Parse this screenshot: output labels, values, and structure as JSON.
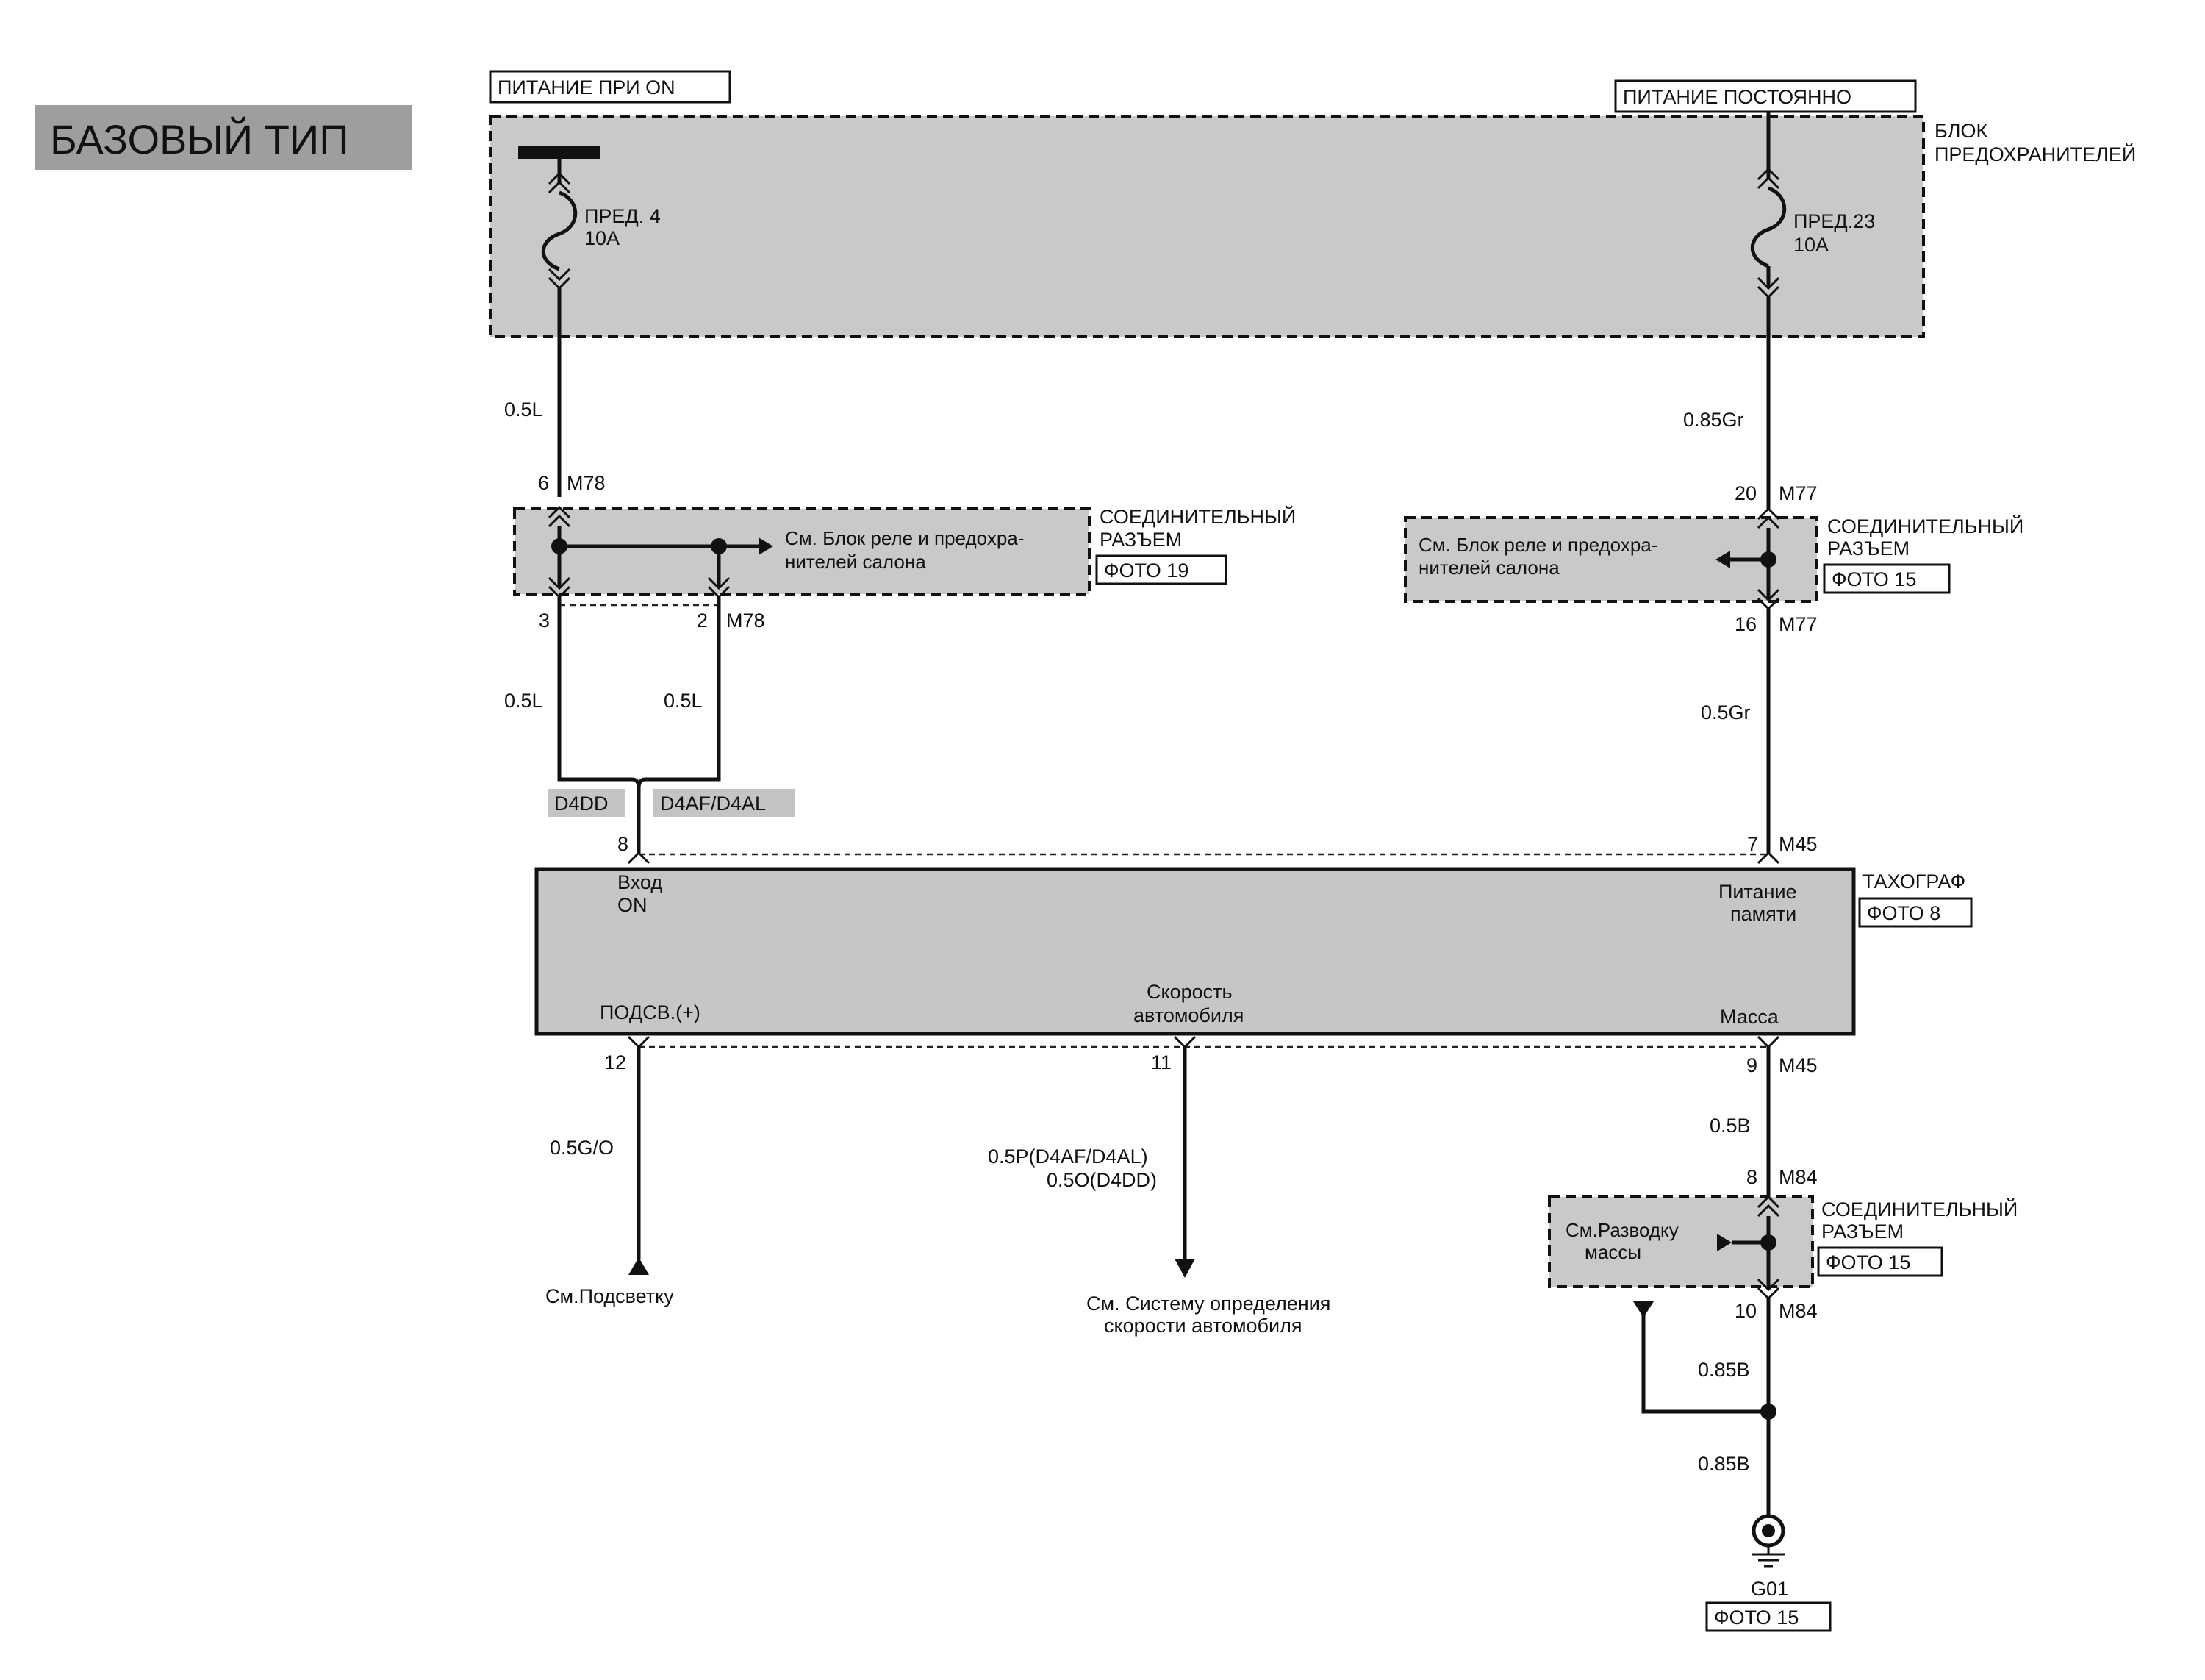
{
  "title": "БАЗОВЫЙ ТИП",
  "power_on": "ПИТАНИЕ ПРИ ON",
  "power_constant": "ПИТАНИЕ ПОСТОЯННО",
  "fuse_block": {
    "line1": "БЛОК",
    "line2": "ПРЕДОХРАНИТЕЛЕЙ"
  },
  "fuse4": {
    "name": "ПРЕД. 4",
    "rating": "10A"
  },
  "fuse23": {
    "name": "ПРЕД.23",
    "rating": "10A"
  },
  "wires": {
    "w_left_top": "0.5L",
    "w_right_top": "0.85Gr",
    "w_left_a": "0.5L",
    "w_left_b": "0.5L",
    "w_right_mid": "0.5Gr",
    "w_backlight": "0.5G/O",
    "w_speed_1": "0.5P(D4AF/D4AL)",
    "w_speed_2": "0.5O(D4DD)",
    "w_ground_1": "0.5B",
    "w_ground_2": "0.85B",
    "w_ground_3": "0.85B"
  },
  "connector_m78": {
    "pin_top": "6",
    "name_top": "M78",
    "pin_a": "3",
    "pin_b": "2",
    "name_b": "M78",
    "title1": "СОЕДИНИТЕЛЬНЫЙ",
    "title2": "РАЗЪЕМ",
    "photo": "ФОТО 19",
    "ref1": "См. Блок реле и предохра-",
    "ref2": "нителей салона"
  },
  "connector_m77": {
    "pin_top": "20",
    "name_top": "M77",
    "pin_bottom": "16",
    "name_bottom": "M77",
    "title1": "СОЕДИНИТЕЛЬНЫЙ",
    "title2": "РАЗЪЕМ",
    "photo": "ФОТО 15",
    "ref1": "См. Блок реле и предохра-",
    "ref2": "нителей салона"
  },
  "variants": {
    "left": "D4DD",
    "right": "D4AF/D4AL"
  },
  "tachograph": {
    "name": "ТАХОГРАФ",
    "photo": "ФОТО 8",
    "pin_in": "8",
    "pin_mem": "7",
    "name_mem": "M45",
    "input1": "Вход",
    "input2": "ON",
    "mem1": "Питание",
    "mem2": "памяти",
    "speed1": "Скорость",
    "speed2": "автомобиля",
    "backlight": "ПОДСВ.(+)",
    "ground": "Масса",
    "pin_backlight": "12",
    "pin_speed": "11",
    "pin_ground": "9",
    "name_ground": "M45"
  },
  "connector_m84": {
    "pin_top": "8",
    "name_top": "M84",
    "pin_bottom": "10",
    "name_bottom": "M84",
    "title1": "СОЕДИНИТЕЛЬНЫЙ",
    "title2": "РАЗЪЕМ",
    "photo": "ФОТО 15",
    "ref1": "См.Разводку",
    "ref2": "массы"
  },
  "refs": {
    "backlight": "См.Подсветку",
    "speed1": "См. Систему определения",
    "speed2": "скорости автомобиля"
  },
  "ground_point": {
    "name": "G01",
    "photo": "ФОТО 15"
  }
}
